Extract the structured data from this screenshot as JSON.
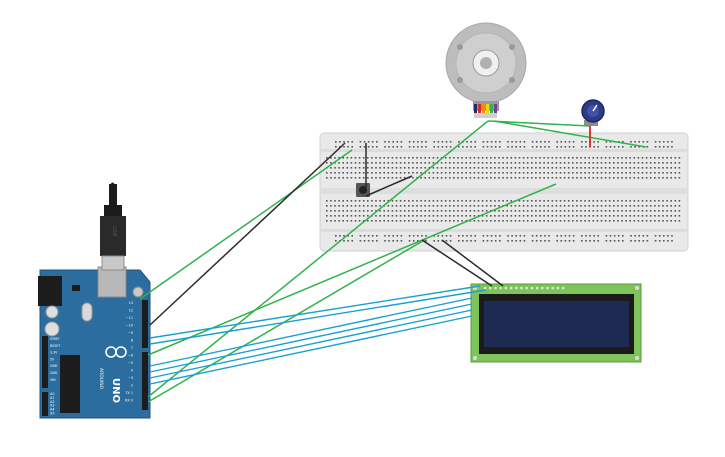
{
  "arduino": {
    "brand": "ARDUINO",
    "model": "UNO",
    "analog_pins": [
      "A0",
      "A1",
      "A2",
      "A3",
      "A4",
      "A5"
    ],
    "digital_pins": [
      "13",
      "12",
      "~11",
      "~10",
      "~9",
      "8",
      "7",
      "~6",
      "~5",
      "4",
      "~3",
      "2",
      "TX 1",
      "RX 0"
    ],
    "power_pins": [
      "IOREF",
      "RESET",
      "3.3V",
      "5V",
      "GND",
      "GND",
      "VIN"
    ]
  },
  "colors": {
    "board_blue": "#2a6d9e",
    "breadboard": "#e9e9e9",
    "wire_green": "#2fb34a",
    "wire_blue": "#1aa0d0",
    "wire_black": "#2b2b2b",
    "wire_red": "#d62828",
    "lcd_pcb": "#7fc45a",
    "lcd_screen": "#1e2a52"
  },
  "icons": [
    "arduino-uno-board",
    "usb-cable-icon",
    "breadboard-icon",
    "servo-motor-icon",
    "potentiometer-icon",
    "push-button-icon",
    "lcd-16x2-icon"
  ]
}
